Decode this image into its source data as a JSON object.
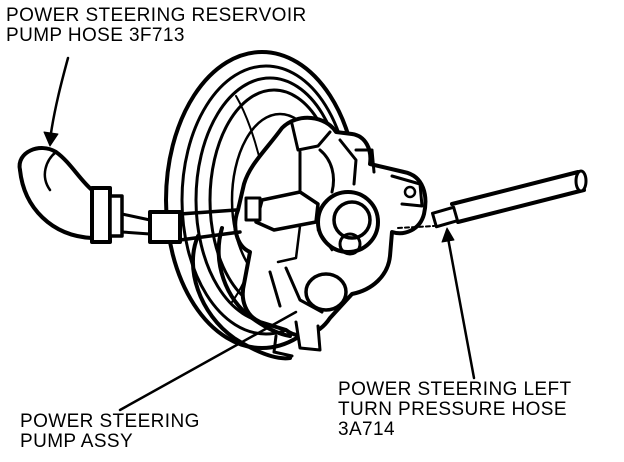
{
  "labels": {
    "reservoir_hose": [
      "POWER STEERING RESERVOIR",
      "PUMP HOSE 3F713"
    ],
    "pump_assy": [
      "POWER STEERING",
      "PUMP ASSY"
    ],
    "pressure_hose": [
      "POWER STEERING LEFT",
      "TURN PRESSURE HOSE",
      "3A714"
    ]
  },
  "colors": {
    "ink": "#000000",
    "paper": "#ffffff"
  }
}
